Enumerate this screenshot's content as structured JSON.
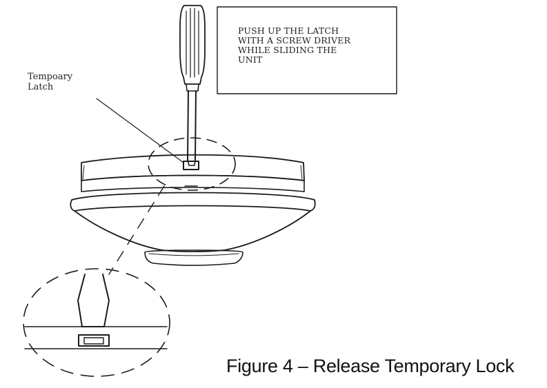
{
  "callout": {
    "lines": [
      "PUSH UP THE LATCH",
      "WITH A SCREW DRIVER",
      "WHILE SLIDING THE",
      "UNIT"
    ]
  },
  "latch_label": {
    "line1": "Tempoary",
    "line2": "Latch"
  },
  "caption": "Figure 4 – Release Temporary Lock"
}
